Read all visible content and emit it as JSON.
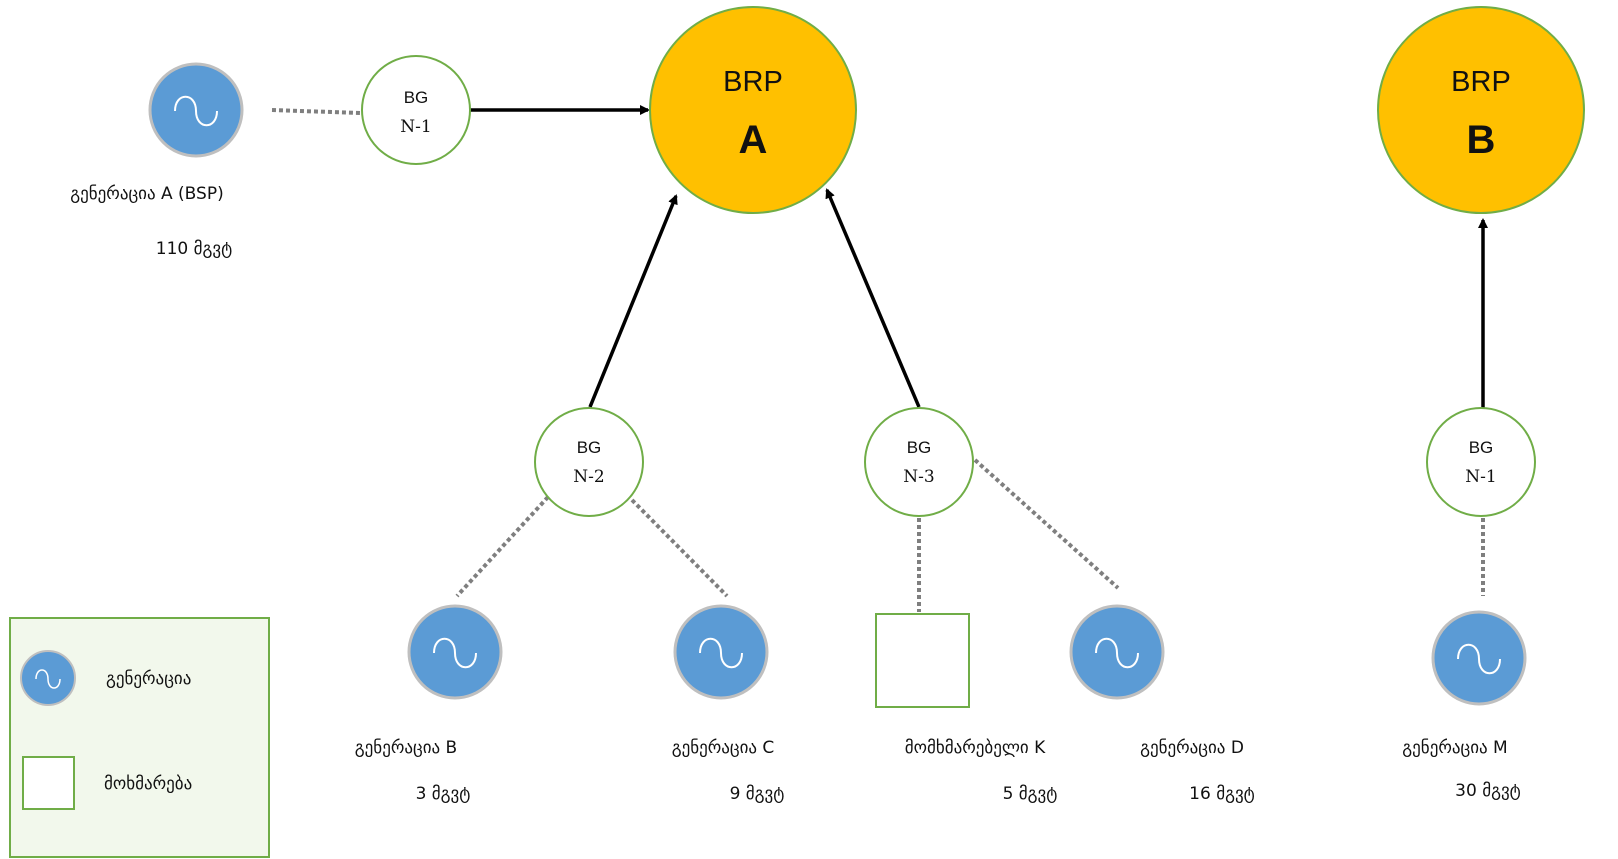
{
  "brp": [
    {
      "id": "A",
      "line1": "BRP",
      "line2": "A"
    },
    {
      "id": "B",
      "line1": "BRP",
      "line2": "B"
    }
  ],
  "bg": [
    {
      "id": "a1",
      "line1": "BG",
      "line2": "N-1"
    },
    {
      "id": "a2",
      "line1": "BG",
      "line2": "N-2"
    },
    {
      "id": "a3",
      "line1": "BG",
      "line2": "N-3"
    },
    {
      "id": "b1",
      "line1": "BG",
      "line2": "N-1"
    }
  ],
  "units": {
    "genA": {
      "name": "გენერაცია A (BSP)",
      "power": "110 მგვტ"
    },
    "genB": {
      "name": "გენერაცია B",
      "power": "3 მგვტ"
    },
    "genC": {
      "name": "გენერაცია C",
      "power": "9 მგვტ"
    },
    "consK": {
      "name": "მომხმარებელი K",
      "power": "5 მგვტ"
    },
    "genD": {
      "name": "გენერაცია D",
      "power": "16 მგვტ"
    },
    "genM": {
      "name": "გენერაცია M",
      "power": "30 მგვტ"
    }
  },
  "legend": {
    "generation": "გენერაცია",
    "consumption": "მოხმარება"
  },
  "colors": {
    "brp_fill": "#FFC000",
    "node_stroke": "#70AD47",
    "gen_fill": "#5B9BD5",
    "gen_stroke": "#BFBFBF",
    "legend_bg": "#F2F8EC",
    "dotted": "#7F7F7F"
  }
}
